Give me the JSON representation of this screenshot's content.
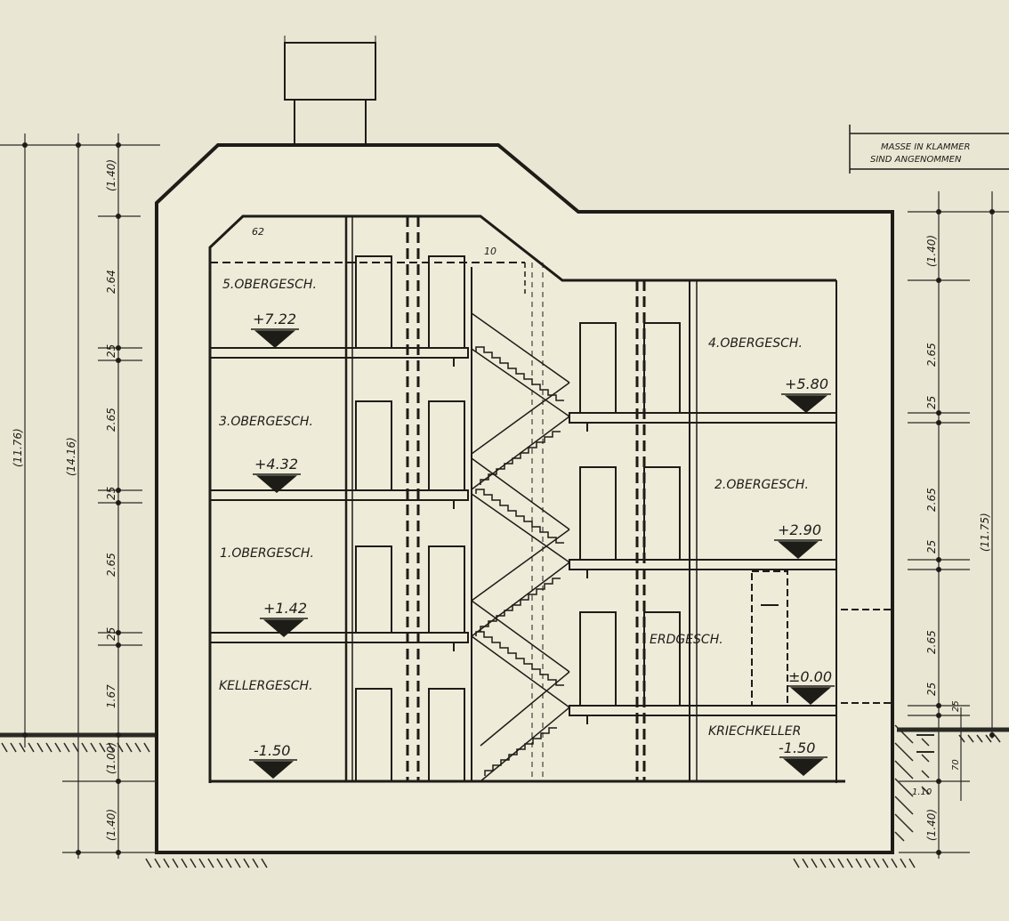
{
  "note": {
    "line1": "MASSE IN KLAMMER",
    "line2": "SIND ANGENOMMEN"
  },
  "rooms": {
    "floor5": "5.OBERGESCH.",
    "floor4": "4.OBERGESCH.",
    "floor3": "3.OBERGESCH.",
    "floor2": "2.OBERGESCH.",
    "floor1": "1.OBERGESCH.",
    "ground": "ERDGESCH.",
    "basement": "KELLERGESCH.",
    "crawl": "KRIECHKELLER"
  },
  "levels": {
    "l722": "+7.22",
    "l580": "+5.80",
    "l432": "+4.32",
    "l290": "+2.90",
    "l142": "+1.42",
    "l000": "±0.00",
    "lm150a": "-1.50",
    "lm150b": "-1.50"
  },
  "dims_left": {
    "a140": "(1.40)",
    "b264": "2.64",
    "c25": "25",
    "d265": "2.65",
    "e25": "25",
    "f265": "2.65",
    "g25": "25",
    "h167": "1.67",
    "i100": "(1.00)",
    "j140": "(1.40)",
    "total1": "(11.76)",
    "total2": "(14.16)"
  },
  "dims_right": {
    "a140": "(1.40)",
    "b265": "2.65",
    "c25": "25",
    "d265": "2.65",
    "e25": "25",
    "f265": "2.65",
    "g25": "25",
    "h25": "25",
    "i70": "70",
    "j110": "1.10",
    "k140": "(1.40)",
    "total": "(11.75)"
  },
  "small": {
    "d62": "62",
    "d10": "10"
  }
}
